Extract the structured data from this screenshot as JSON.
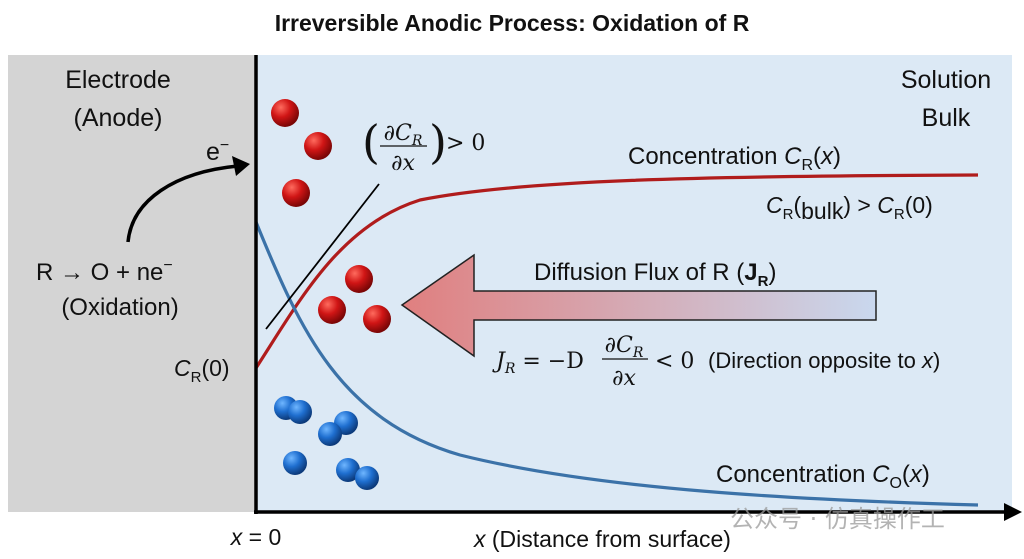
{
  "title": "Irreversible Anodic Process: Oxidation of R",
  "electrode": {
    "line1": "Electrode",
    "line2": "(Anode)"
  },
  "solution": {
    "line1": "Solution",
    "line2": "Bulk"
  },
  "electron": {
    "base": "e",
    "sup": "−"
  },
  "reaction": {
    "equation": "R → O + ne",
    "sup": "−",
    "label": "(Oxidation)"
  },
  "cr0": {
    "c": "C",
    "sub": "R",
    "rest": "(0)"
  },
  "gradient": {
    "num": "∂C",
    "num_sub": "R",
    "den": "∂x",
    "rel": "> 0"
  },
  "conc_r": {
    "prefix": "Concentration ",
    "c": "C",
    "sub": "R",
    "rest_open": "(",
    "x": "x",
    "rest_close": ")"
  },
  "bulk_rel": {
    "c1": "C",
    "sub1": "R",
    "p1": "(",
    "sub_bulk": "bulk",
    "p2": ") > ",
    "c2": "C",
    "sub2": "R",
    "p3": "(0)"
  },
  "flux": {
    "label": "Diffusion Flux of R (",
    "j": "J",
    "jsub": "R",
    "close": ")"
  },
  "flux_eq": {
    "j": "J",
    "jsub": "R",
    "mid": " = −D",
    "num": "∂C",
    "num_sub": "R",
    "den": "∂x",
    "rel": "< 0",
    "note": "(Direction opposite to ",
    "x": "x",
    "close": ")"
  },
  "conc_o": {
    "prefix": "Concentration ",
    "c": "C",
    "sub": "O",
    "rest_open": "(",
    "x": "x",
    "rest_close": ")"
  },
  "axis": {
    "origin_x": "x",
    "origin_rest": " = 0",
    "xlabel_x": "x",
    "xlabel_rest": " (Distance from surface)"
  },
  "watermark": "公众号 · 仿真操作工",
  "colors": {
    "electrode": "#d4d4d4",
    "solution": "#dce9f5",
    "red": "#b01c1c",
    "blue": "#3b72a8",
    "arrow": "#d98a8a"
  }
}
